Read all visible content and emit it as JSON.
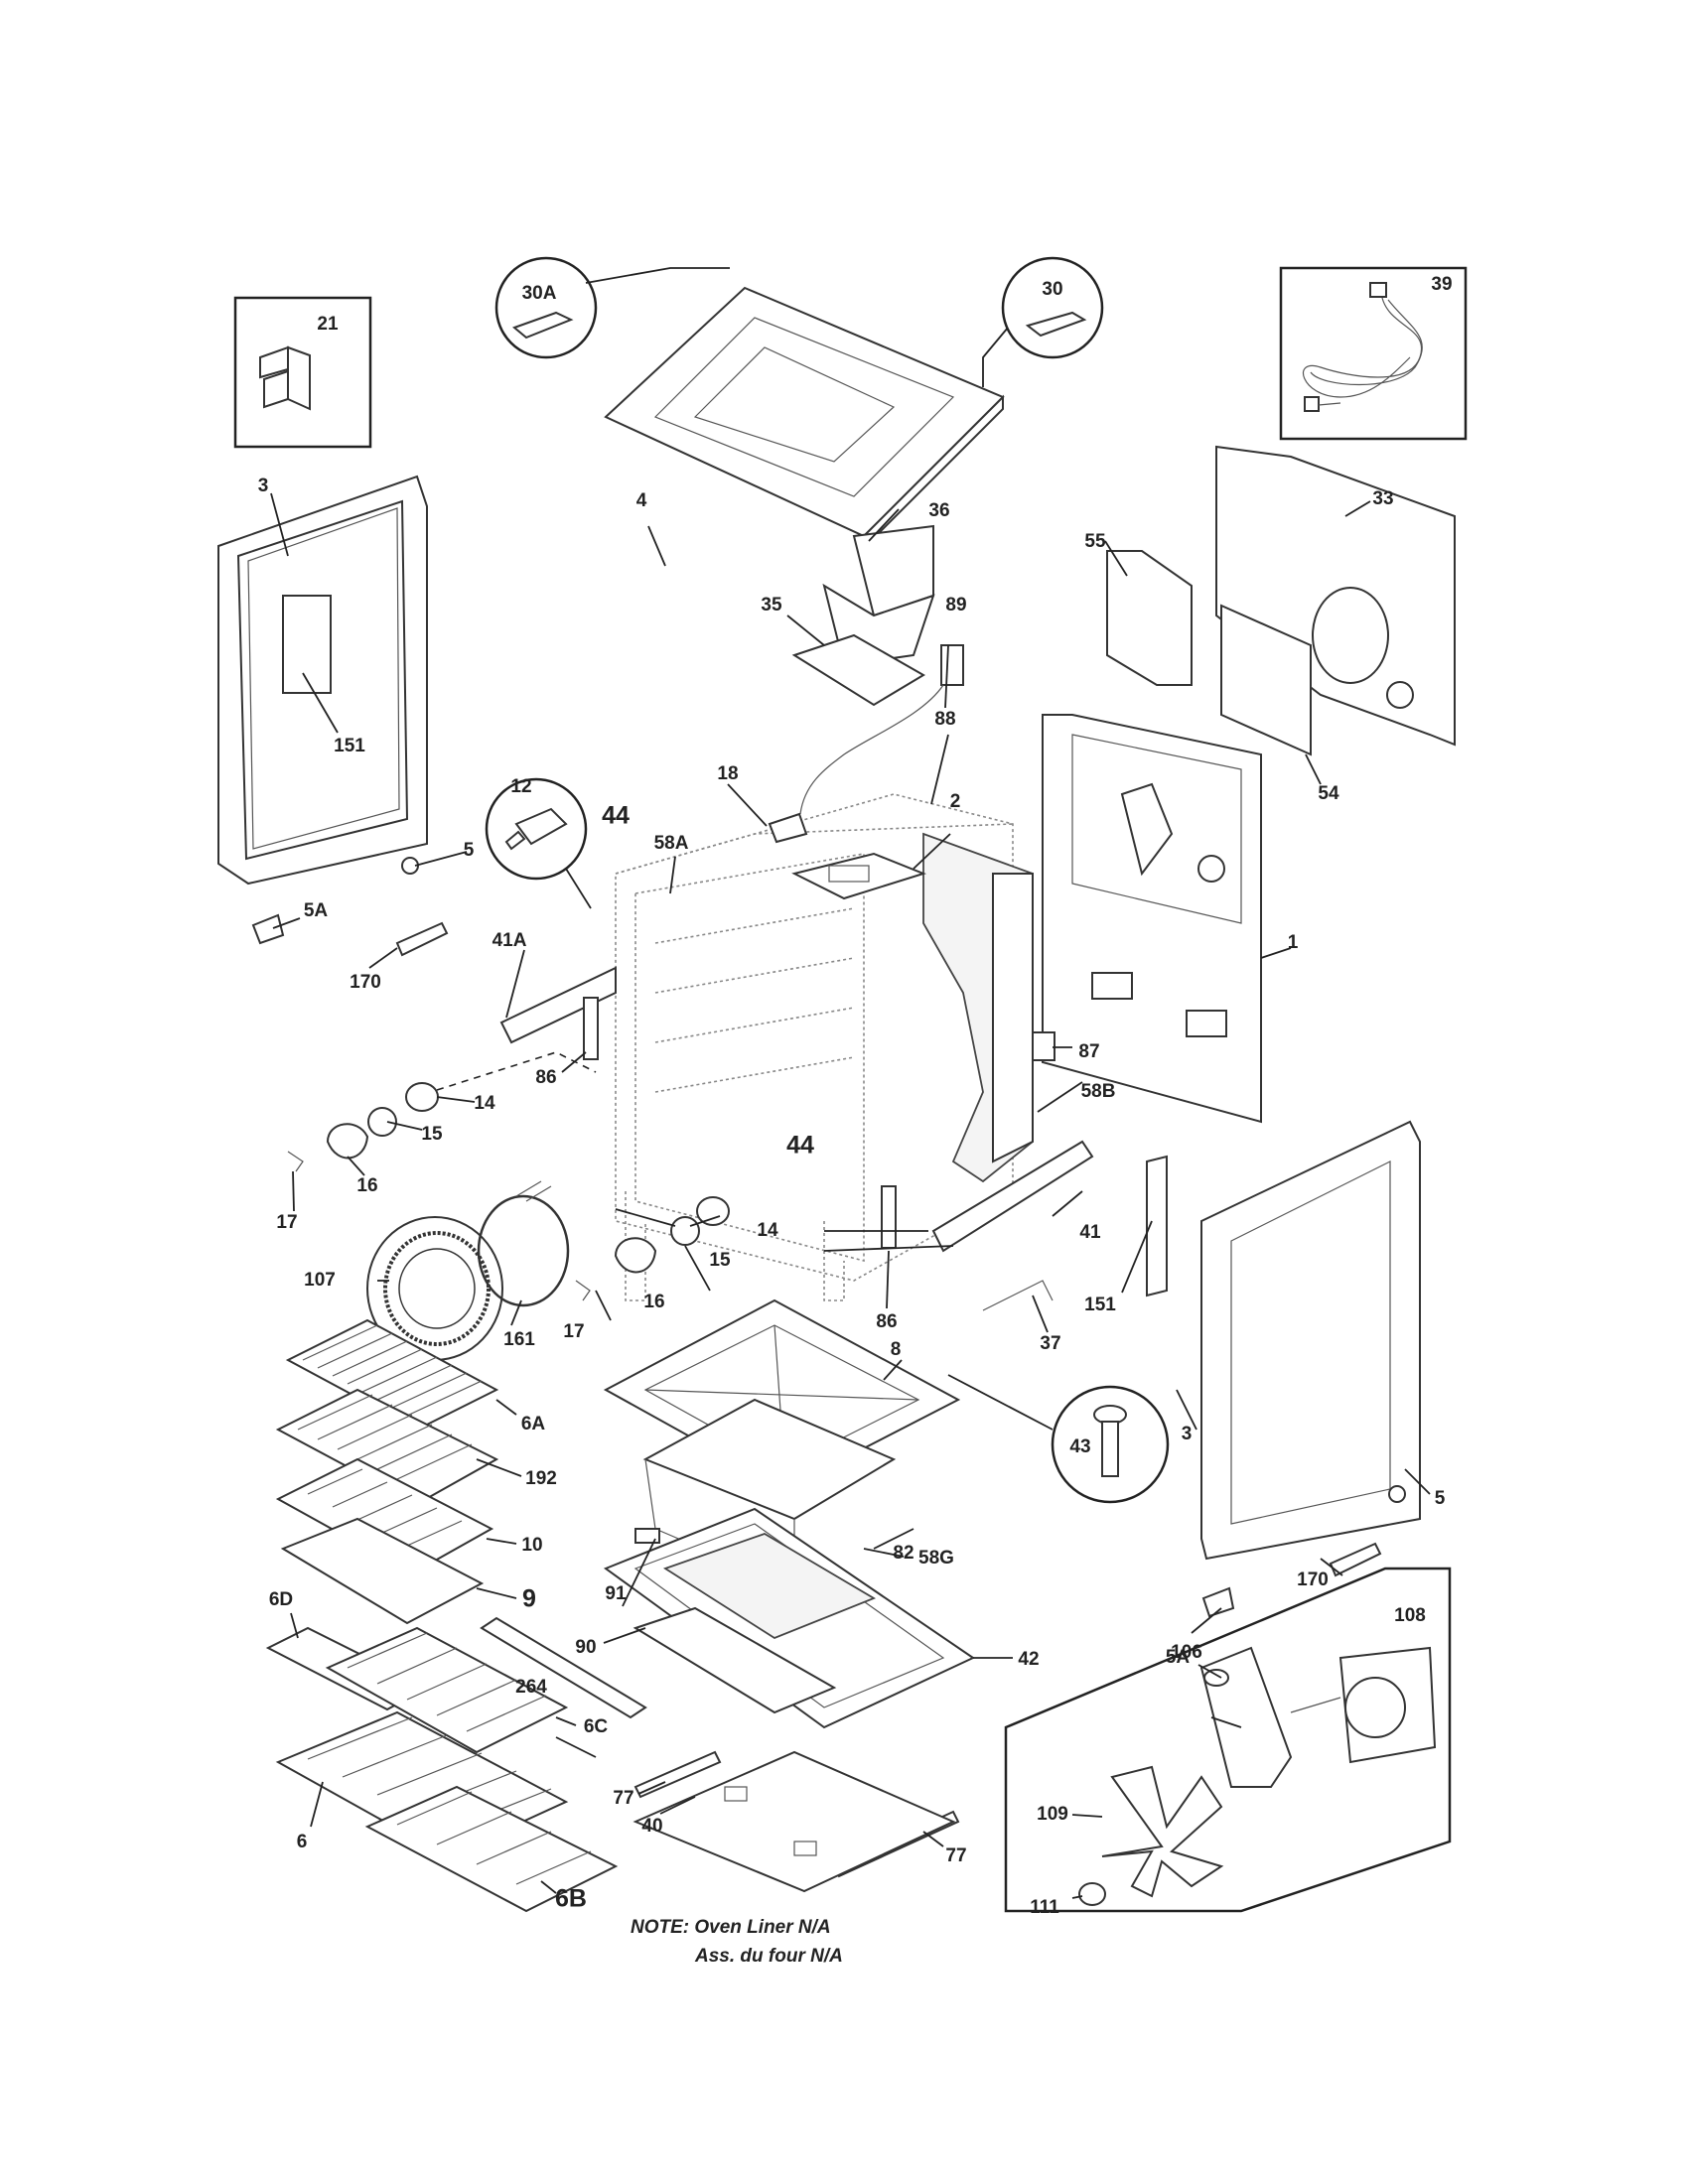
{
  "callouts": {
    "c1": "1",
    "c2": "2",
    "c3a": "3",
    "c3b": "3",
    "c4": "4",
    "c5a": "5",
    "c5b": "5",
    "c5Aa": "5A",
    "c5Ab": "5A",
    "c6": "6",
    "c6A": "6A",
    "c6B": "6B",
    "c6C": "6C",
    "c6D": "6D",
    "c8": "8",
    "c9": "9",
    "c10": "10",
    "c12": "12",
    "c14a": "14",
    "c14b": "14",
    "c15a": "15",
    "c15b": "15",
    "c16a": "16",
    "c16b": "16",
    "c17a": "17",
    "c17b": "17",
    "c18": "18",
    "c21": "21",
    "c30": "30",
    "c30A": "30A",
    "c33": "33",
    "c35": "35",
    "c36": "36",
    "c37": "37",
    "c39": "39",
    "c40": "40",
    "c41": "41",
    "c41A": "41A",
    "c42": "42",
    "c43": "43",
    "c44a": "44",
    "c44b": "44",
    "c54": "54",
    "c55": "55",
    "c58A": "58A",
    "c58B": "58B",
    "c58G": "58G",
    "c77a": "77",
    "c77b": "77",
    "c82": "82",
    "c86a": "86",
    "c86b": "86",
    "c87": "87",
    "c88": "88",
    "c89": "89",
    "c90": "90",
    "c91": "91",
    "c106": "106",
    "c107": "107",
    "c108": "108",
    "c109": "109",
    "c111": "111",
    "c151a": "151",
    "c151b": "151",
    "c161": "161",
    "c170a": "170",
    "c170b": "170",
    "c192": "192",
    "c264": "264"
  },
  "note": {
    "line1": "NOTE: Oven Liner N/A",
    "line2": "Ass. du four N/A"
  }
}
